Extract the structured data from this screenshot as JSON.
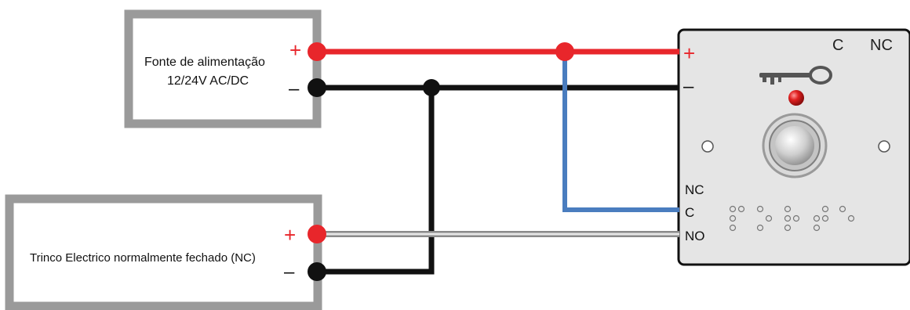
{
  "power_supply": {
    "line1": "Fonte de alimentação",
    "line2": "12/24V AC/DC",
    "plus": "+",
    "minus": "–"
  },
  "lock": {
    "label": "Trinco Electrico normalmente fechado (NC)",
    "plus": "+",
    "minus": "–"
  },
  "controller": {
    "top_c": "C",
    "top_nc": "NC",
    "plus": "+",
    "minus": "–",
    "term_nc": "NC",
    "term_c": "C",
    "term_no": "NO"
  },
  "colors": {
    "positive_wire": "#e8262b",
    "negative_wire": "#111111",
    "relay_wire": "#4a7dbf",
    "frame": "#9a9a9a",
    "panel": "#e5e5e5",
    "led": "#d21f1f"
  }
}
